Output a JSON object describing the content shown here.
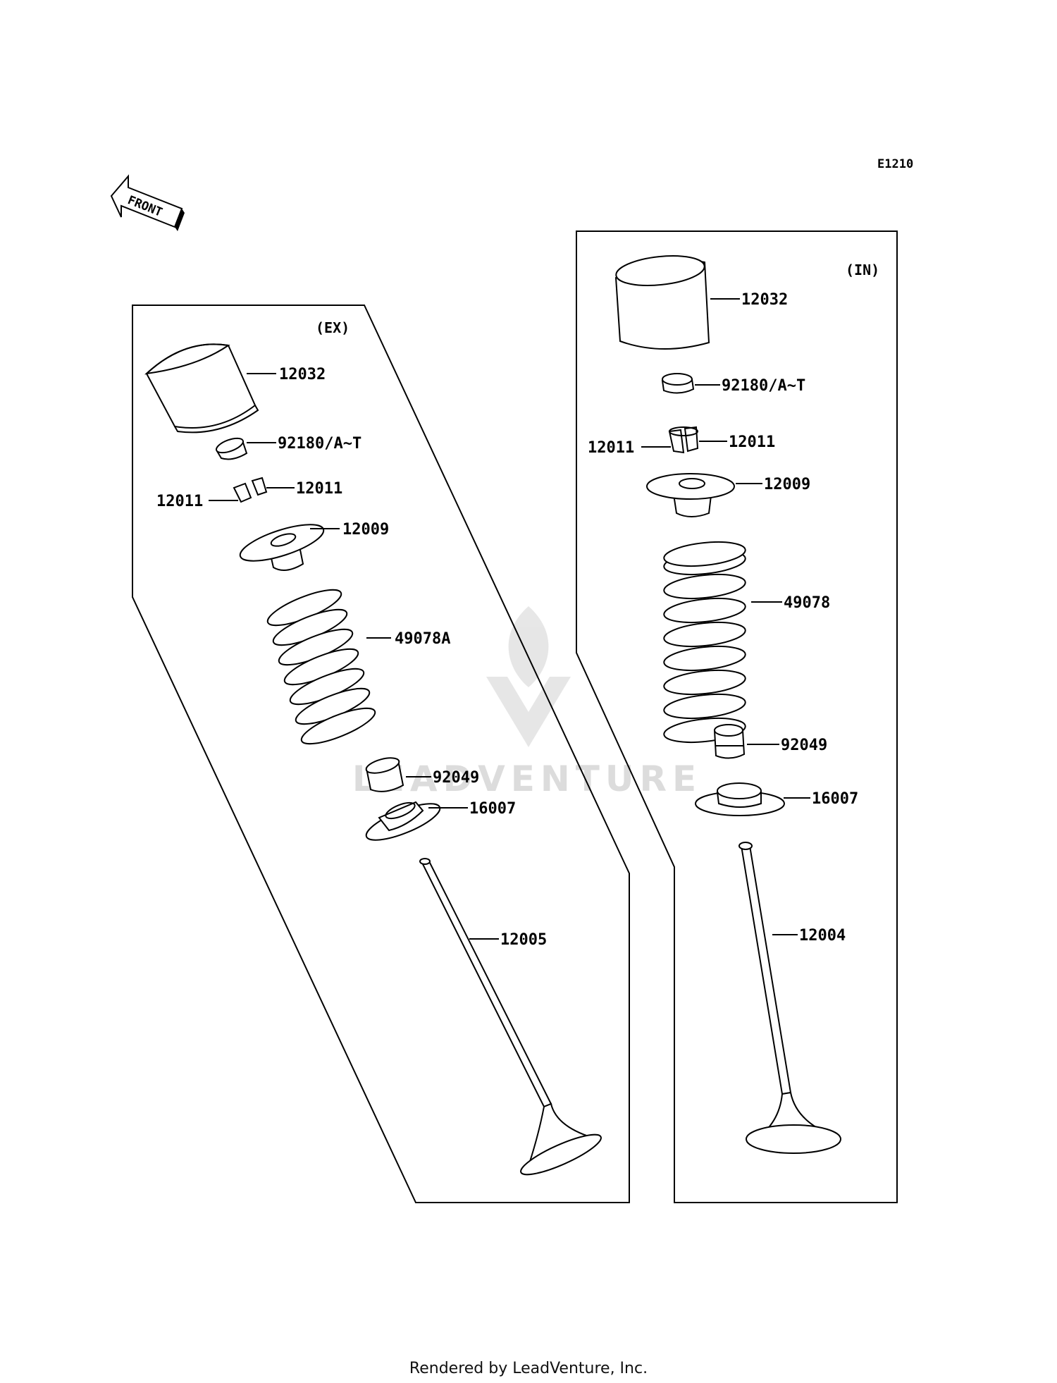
{
  "diagram_code": "E1210",
  "front_arrow_text": "FRONT",
  "watermark": {
    "text": "LEADVENTURE"
  },
  "footer": "Rendered by LeadVenture, Inc.",
  "sections": {
    "exhaust": {
      "title": "(EX)",
      "labels": {
        "tappet": "12032",
        "shim": "92180/A~T",
        "keeper_right": "12011",
        "keeper_left": "12011",
        "retainer": "12009",
        "spring": "49078A",
        "stem_seal": "92049",
        "spring_seat": "16007",
        "valve": "12005"
      }
    },
    "intake": {
      "title": "(IN)",
      "labels": {
        "tappet": "12032",
        "shim": "92180/A~T",
        "keeper_right": "12011",
        "keeper_left": "12011",
        "retainer": "12009",
        "spring": "49078",
        "stem_seal": "92049",
        "spring_seat": "16007",
        "valve": "12004"
      }
    }
  }
}
